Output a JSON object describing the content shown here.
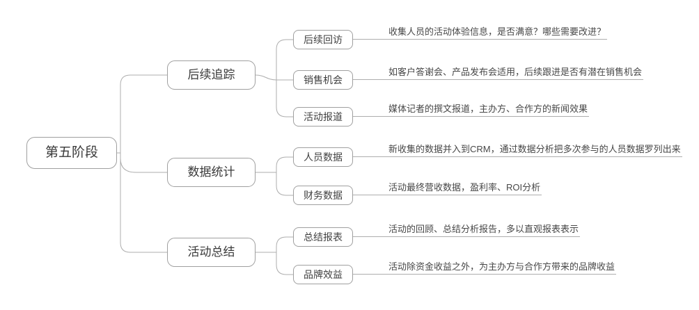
{
  "root": {
    "label": "第五阶段"
  },
  "branches": [
    {
      "label": "后续追踪",
      "children": [
        {
          "label": "后续回访",
          "desc": "收集人员的活动体验信息，是否满意？哪些需要改进？"
        },
        {
          "label": "销售机会",
          "desc": "如客户答谢会、产品发布会适用，后续跟进是否有潜在销售机会"
        },
        {
          "label": "活动报道",
          "desc": "媒体记者的撰文报道，主办方、合作方的新闻效果"
        }
      ]
    },
    {
      "label": "数据统计",
      "children": [
        {
          "label": "人员数据",
          "desc": "新收集的数据并入到CRM，通过数据分析把多次参与的人员数据罗列出来"
        },
        {
          "label": "财务数据",
          "desc": "活动最终营收数据，盈利率、ROI分析"
        }
      ]
    },
    {
      "label": "活动总结",
      "children": [
        {
          "label": "总结报表",
          "desc": "活动的回顾、总结分析报告，多以直观报表表示"
        },
        {
          "label": "品牌效益",
          "desc": "活动除资金收益之外，为主办方与合作方带来的品牌收益"
        }
      ]
    }
  ],
  "colors": {
    "background": "#ffffff",
    "node_border": "#9f9f9f",
    "connector_line": "#adadad",
    "node_text": "#3a3a3a",
    "desc_text": "#474747"
  }
}
